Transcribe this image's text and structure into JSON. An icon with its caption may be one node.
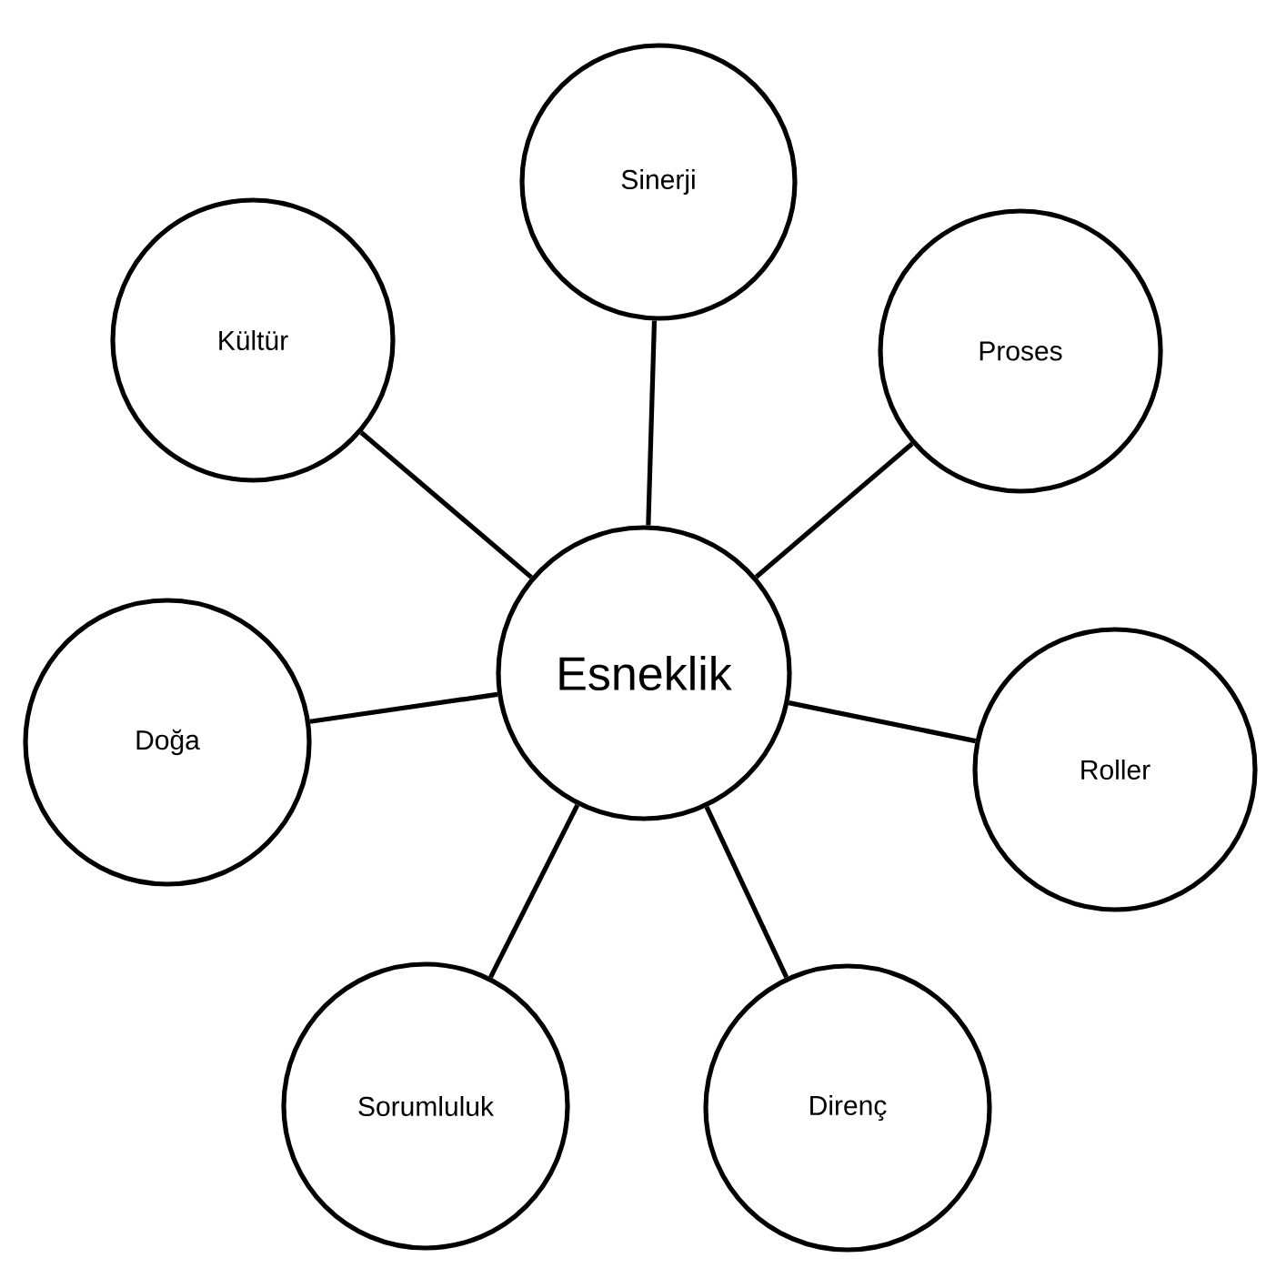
{
  "diagram": {
    "nodes": [
      {
        "text": [
          "Sinerji"
        ]
      },
      {
        "text": [
          "Kültür"
        ]
      },
      {
        "text": [
          "Proses"
        ]
      },
      {
        "text": [
          "Esneklik"
        ]
      },
      {
        "text": [
          "Doğa"
        ]
      },
      {
        "text": [
          "Roller"
        ]
      },
      {
        "text": [
          "Sorumluluk"
        ]
      },
      {
        "text": [
          "Direnç"
        ]
      }
    ],
    "edges": [
      {
        "from": 3,
        "to": 0,
        "arrow": "none"
      },
      {
        "from": 3,
        "to": 1,
        "arrow": "none"
      },
      {
        "from": 3,
        "to": 2,
        "arrow": "none"
      },
      {
        "from": 3,
        "to": 4,
        "arrow": "none"
      },
      {
        "from": 3,
        "to": 5,
        "arrow": "none"
      },
      {
        "from": 3,
        "to": 6,
        "arrow": "none"
      },
      {
        "from": 3,
        "to": 7,
        "arrow": "none"
      }
    ]
  }
}
